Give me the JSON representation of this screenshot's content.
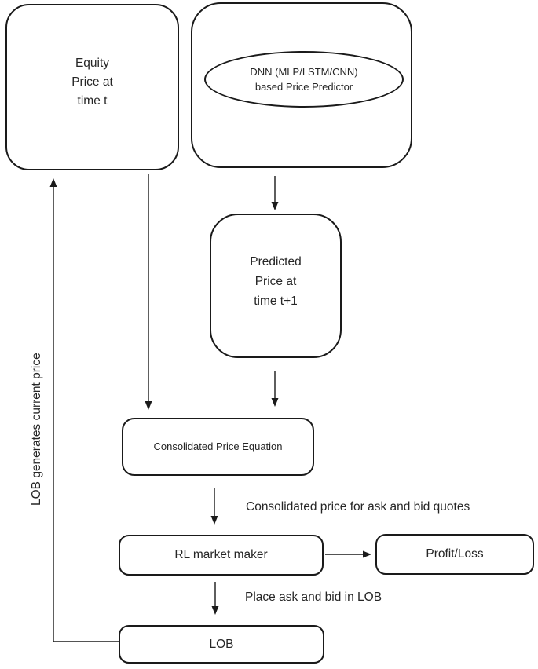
{
  "diagram": {
    "type": "flowchart",
    "nodes": {
      "equity": {
        "label": "Equity\nPrice at\ntime t"
      },
      "dnn_predictor": {
        "label": "DNN (MLP/LSTM/CNN)\nbased Price Predictor"
      },
      "predicted_price": {
        "label": "Predicted\nPrice at\ntime t+1"
      },
      "consolidated_price": {
        "label": "Consolidated Price Equation"
      },
      "rl_market_maker": {
        "label": "RL market maker"
      },
      "profit_loss": {
        "label": "Profit/Loss"
      },
      "lob": {
        "label": "LOB"
      }
    },
    "edge_labels": {
      "consolidated_to_rl": "Consolidated price for ask and bid quotes",
      "rl_to_lob": "Place ask and bid in LOB",
      "lob_to_equity": "LOB generates current price"
    },
    "colors": {
      "stroke": "#1a1a1a",
      "text": "#262626",
      "background": "#ffffff"
    }
  }
}
